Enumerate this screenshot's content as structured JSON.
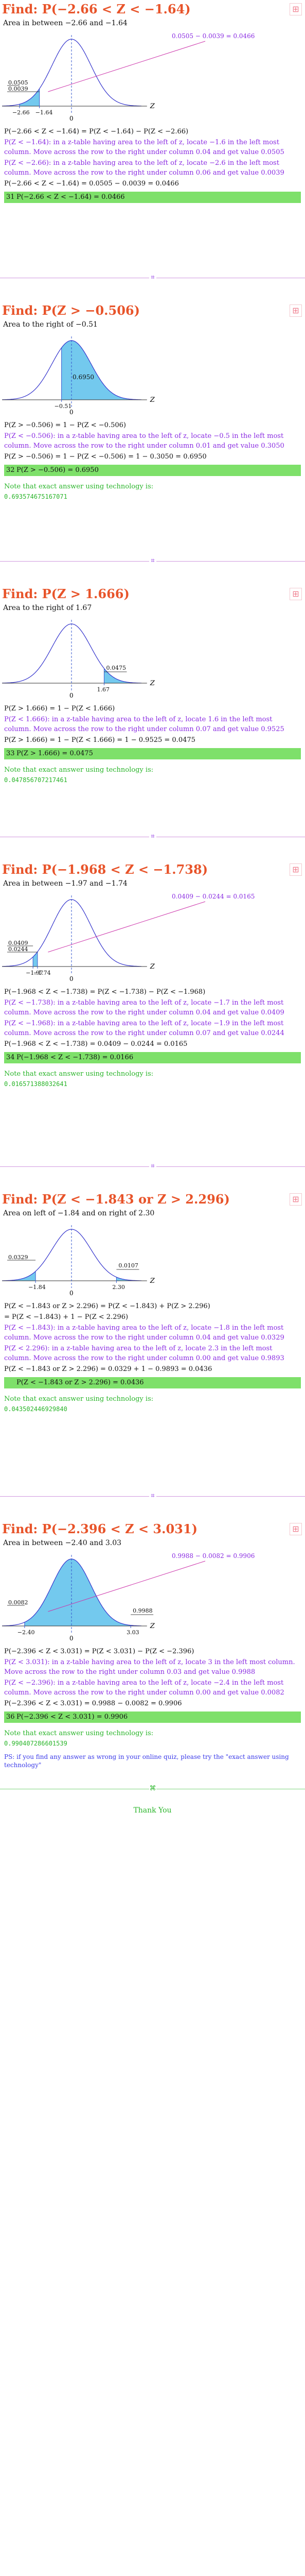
{
  "sections": [
    {
      "id": "s1",
      "title": "Find: P(−2.66 < Z < −1.64)",
      "subtitle": "Area in between −2.66 and −1.64",
      "graph": {
        "shade": [
          -2.66,
          -1.64
        ],
        "top_label": "0.0505 − 0.0039 = 0.0466",
        "left_labels": [
          "0.0505",
          "0.0039"
        ],
        "axis_labels": [
          "−2.66",
          "−1.64"
        ],
        "zero": "0",
        "z": "Z"
      },
      "lines": [
        {
          "kind": "eq",
          "text": "P(−2.66 < Z < −1.64) = P(Z < −1.64) − P(Z < −2.66)"
        },
        {
          "kind": "purple",
          "text": "P(Z < −1.64): in a z-table having area to the left of z, locate −1.6 in the left most column. Move across the row to the right under column 0.04 and get value 0.0505"
        },
        {
          "kind": "purple",
          "text": "P(Z < −2.66): in a z-table having area to the left of z, locate −2.6 in the left most column. Move across the row to the right under column 0.06 and get value 0.0039"
        },
        {
          "kind": "eq",
          "text": "P(−2.66 < Z < −1.64) = 0.0505 − 0.0039 = 0.0466"
        }
      ],
      "answer_num": "31",
      "answer": "P(−2.66 < Z < −1.64) = 0.0466",
      "tech_note": "",
      "tech_value": ""
    },
    {
      "id": "s2",
      "title": "Find: P(Z > −0.506)",
      "subtitle": "Area to the right of −0.51",
      "graph": {
        "shade_right_of": -0.51,
        "center_label": "0.6950",
        "axis_labels": [
          "−0.51"
        ],
        "zero": "0",
        "z": "Z"
      },
      "lines": [
        {
          "kind": "eq",
          "text": "P(Z > −0.506) = 1 − P(Z < −0.506)"
        },
        {
          "kind": "purple",
          "text": "P(Z < −0.506): in a z-table having area to the left of z, locate −0.5 in the left most column. Move across the row to the right under column 0.01 and get value 0.3050"
        },
        {
          "kind": "eq",
          "text": "P(Z > −0.506) = 1 − P(Z < −0.506) = 1 − 0.3050 = 0.6950"
        }
      ],
      "answer_num": "32",
      "answer": "P(Z > −0.506) = 0.6950",
      "tech_note": "Note that exact answer using technology is:",
      "tech_value": "0.693574675167071"
    },
    {
      "id": "s3",
      "title": "Find: P(Z > 1.666)",
      "subtitle": "Area to the right of 1.67",
      "graph": {
        "shade_right_of": 1.67,
        "right_label": "0.0475",
        "axis_labels": [
          "1.67"
        ],
        "zero": "0",
        "z": "Z"
      },
      "lines": [
        {
          "kind": "eq",
          "text": "P(Z > 1.666) = 1 − P(Z < 1.666)"
        },
        {
          "kind": "purple",
          "text": "P(Z < 1.666): in a z-table having area to the left of z, locate 1.6 in the left most column. Move across the row to the right under column 0.07 and get value 0.9525"
        },
        {
          "kind": "eq",
          "text": "P(Z > 1.666) = 1 − P(Z < 1.666) = 1 − 0.9525 = 0.0475"
        }
      ],
      "answer_num": "33",
      "answer": "P(Z > 1.666) = 0.0475",
      "tech_note": "Note that exact answer using technology is:",
      "tech_value": "0.047856707217461"
    },
    {
      "id": "s4",
      "title": "Find: P(−1.968 < Z < −1.738)",
      "subtitle": "Area in between −1.97 and −1.74",
      "graph": {
        "shade": [
          -1.97,
          -1.74
        ],
        "top_label": "0.0409 − 0.0244 = 0.0165",
        "left_labels": [
          "0.0409",
          "0.0244"
        ],
        "axis_labels": [
          "−1.97",
          "−1.74"
        ],
        "zero": "0",
        "z": "Z"
      },
      "lines": [
        {
          "kind": "eq",
          "text": "P(−1.968 < Z < −1.738) = P(Z < −1.738) − P(Z < −1.968)"
        },
        {
          "kind": "purple",
          "text": "P(Z < −1.738): in a z-table having area to the left of z, locate −1.7 in the left most column. Move across the row to the right under column 0.04 and get value 0.0409"
        },
        {
          "kind": "purple",
          "text": "P(Z < −1.968): in a z-table having area to the left of z, locate −1.9 in the left most column. Move across the row to the right under column 0.07 and get value 0.0244"
        },
        {
          "kind": "eq",
          "text": "P(−1.968 < Z < −1.738) = 0.0409 − 0.0244 = 0.0165"
        }
      ],
      "answer_num": "34",
      "answer": "P(−1.968 < Z < −1.738) = 0.0166",
      "tech_note": "Note that exact answer using technology is:",
      "tech_value": "0.016571388032641"
    },
    {
      "id": "s5",
      "title": "Find: P(Z < −1.843 or Z > 2.296)",
      "subtitle": "Area on left of −1.84 and on right of 2.30",
      "graph": {
        "shade_left_of": -1.84,
        "shade_right_of": 2.3,
        "left_labels": [
          "0.0329"
        ],
        "right_label": "0.0107",
        "axis_labels": [
          "−1.84",
          "2.30"
        ],
        "zero": "0",
        "z": "Z"
      },
      "lines": [
        {
          "kind": "eq",
          "text": "P(Z < −1.843 or Z > 2.296) = P(Z < −1.843) + P(Z > 2.296)"
        },
        {
          "kind": "eq",
          "text": "= P(Z < −1.843) + 1 − P(Z < 2.296)"
        },
        {
          "kind": "purple",
          "text": "P(Z < −1.843): in a z-table having area to the left of z, locate −1.8 in the left most column. Move across the row to the right under column 0.04 and get value 0.0329"
        },
        {
          "kind": "purple",
          "text": "P(Z < 2.296): in a z-table having area to the left of z, locate 2.3 in the left most column. Move across the row to the right under column 0.00 and get value 0.9893"
        },
        {
          "kind": "eq",
          "text": "P(Z < −1.843 or Z > 2.296) = 0.0329 + 1 − 0.9893 = 0.0436"
        }
      ],
      "answer_num": "",
      "answer": "P(Z < −1.843 or Z > 2.296) = 0.0436",
      "tech_note": "Note that exact answer using technology is:",
      "tech_value": "0.043502446929840"
    },
    {
      "id": "s6",
      "title": "Find: P(−2.396 < Z < 3.031)",
      "subtitle": "Area in between −2.40 and 3.03",
      "graph": {
        "shade": [
          -2.4,
          3.03
        ],
        "top_label": "0.9988 − 0.0082 = 0.9906",
        "left_labels": [
          "0.0082"
        ],
        "right_label": "0.9988",
        "axis_labels": [
          "−2.40",
          "3.03"
        ],
        "zero": "0",
        "z": "Z"
      },
      "lines": [
        {
          "kind": "eq",
          "text": "P(−2.396 < Z < 3.031) = P(Z < 3.031) − P(Z < −2.396)"
        },
        {
          "kind": "purple",
          "text": "P(Z < 3.031): in a z-table having area to the left of z, locate 3 in the left most column. Move across the row to the right under column 0.03 and get value 0.9988"
        },
        {
          "kind": "purple",
          "text": "P(Z < −2.396): in a z-table having area to the left of z, locate −2.4 in the left most column. Move across the row to the right under column 0.00 and get value 0.0082"
        },
        {
          "kind": "eq",
          "text": "P(−2.396 < Z < 3.031) = 0.9988 − 0.0082 = 0.9906"
        }
      ],
      "answer_num": "36",
      "answer": "P(−2.396 < Z < 3.031) = 0.9906",
      "tech_note": "Note that exact answer using technology is:",
      "tech_value": "0.990407286601539"
    }
  ],
  "divider_mark": "⌗",
  "ps_note": "PS: if you find any answer as wrong in your online quiz, please try the \"exact answer using technology\"",
  "final_mark": "⌘",
  "thank_you": "Thank You",
  "badge_icon": "corner-badge-icon",
  "colors": {
    "title": "#e8542a",
    "purple": "#8a2be2",
    "answer": "#7ee06a",
    "tech": "#2ab52a",
    "curve": "#3333cc",
    "shade": "#5bc0eb"
  }
}
